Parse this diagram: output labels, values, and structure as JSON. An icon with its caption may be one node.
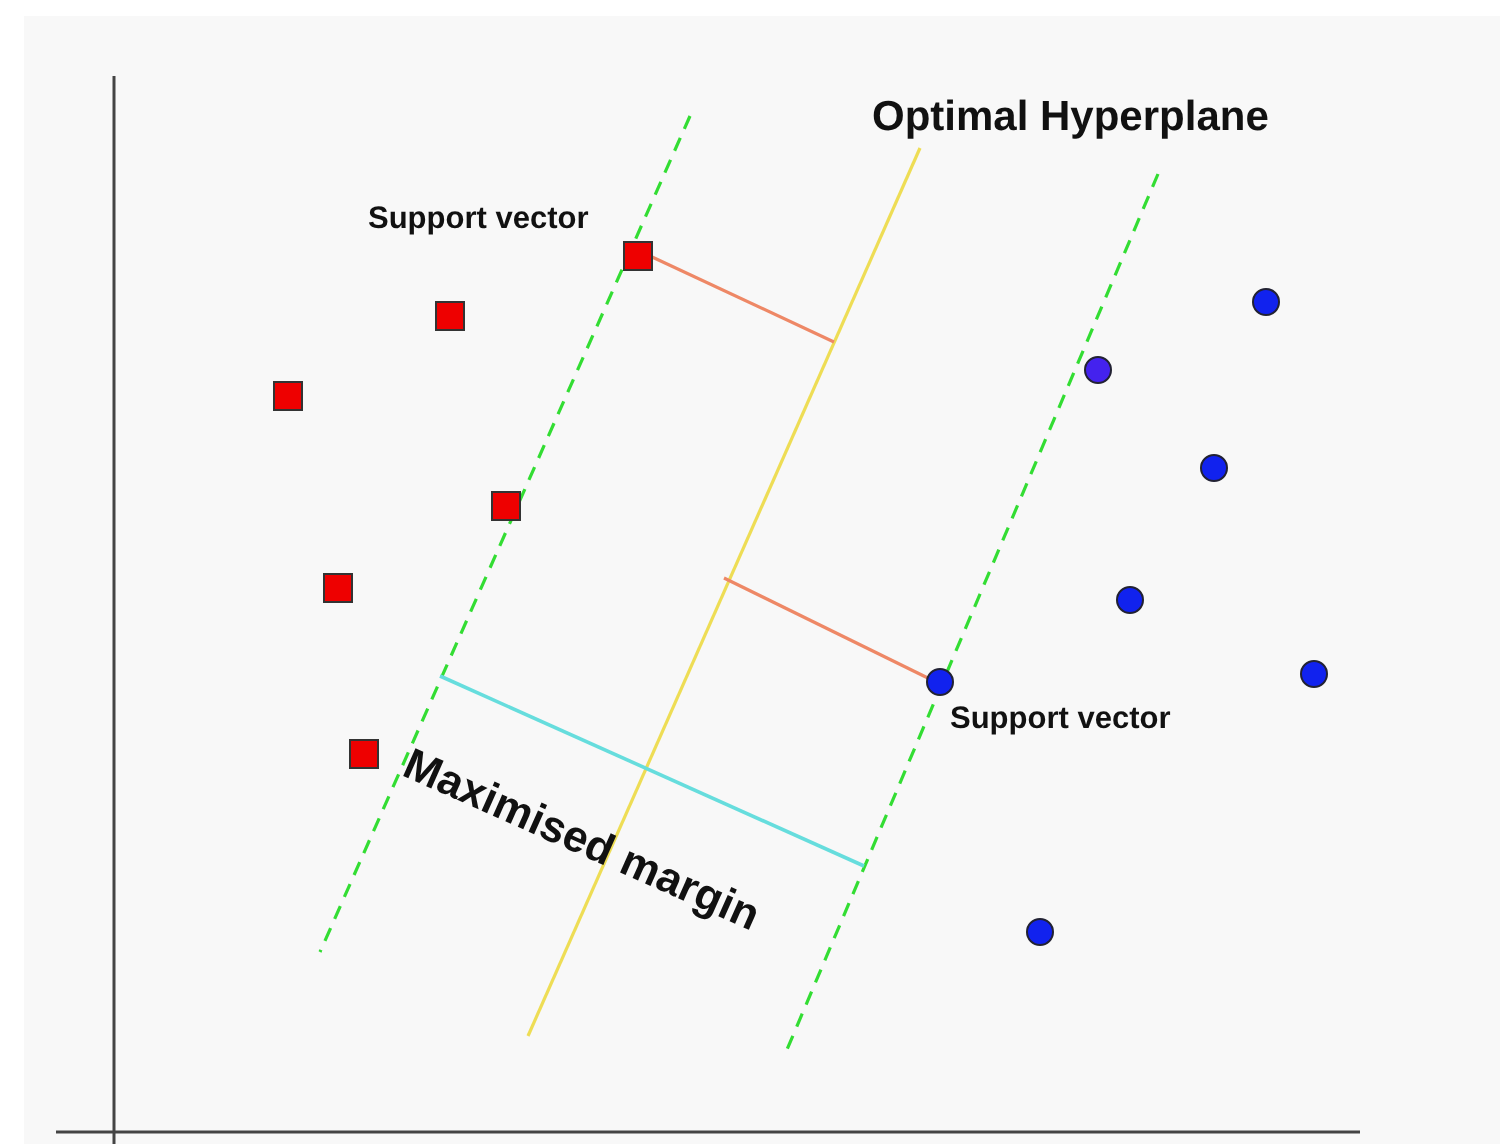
{
  "diagram": {
    "labels": [
      "Optimal Hyperplane",
      "Support vector",
      "Maximised margin",
      "Support vector"
    ]
  }
}
